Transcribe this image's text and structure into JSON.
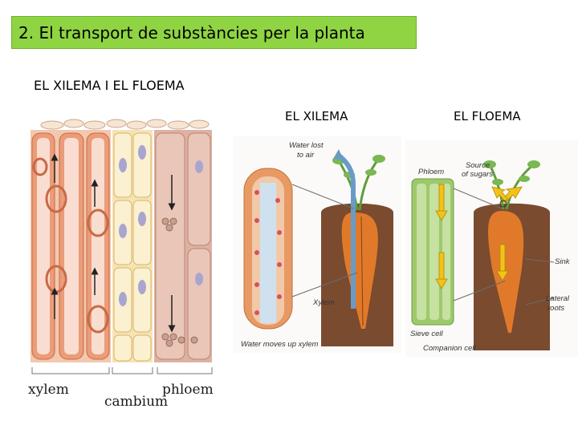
{
  "slide": {
    "title": "2. El transport de substàncies per la planta",
    "subtitle": "EL XILEMA I EL FLOEMA",
    "xylem_heading": "EL XILEMA",
    "phloem_heading": "EL FLOEMA",
    "title_bg": "#8fd443"
  },
  "left_figure": {
    "labels": {
      "xylem": "xylem",
      "cambium": "cambium",
      "phloem": "phloem"
    }
  },
  "middle_figure": {
    "labels": {
      "water_lost": "Water lost",
      "to_air": "to air",
      "xylem": "Xylem",
      "water_moves": "Water moves up xylem"
    }
  },
  "right_figure": {
    "labels": {
      "phloem": "Phloem",
      "source": "Source",
      "of_sugars": "of sugars",
      "sink": "Sink",
      "lateral": "Lateral",
      "roots": "roots",
      "sieve_cell": "Sieve cell",
      "companion_cell": "Companion cell"
    }
  }
}
